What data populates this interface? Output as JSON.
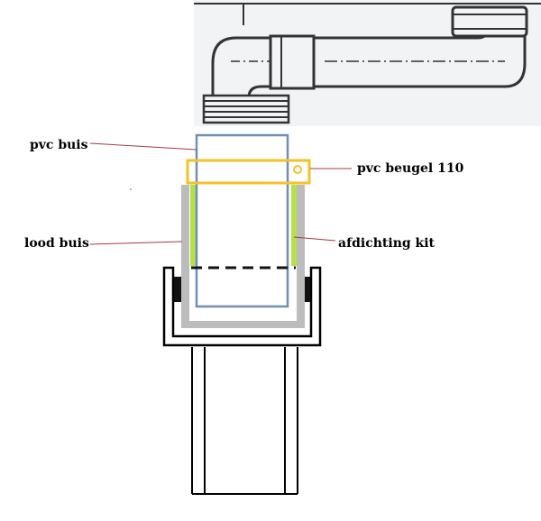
{
  "labels": {
    "pvc_buis": "pvc buis",
    "pvc_beugel": "pvc beugel 110",
    "lood_buis": "lood buis",
    "afdichting_kit": "afdichting kit"
  },
  "colors": {
    "pvc_pipe": "#6f8fb3",
    "clamp": "#f2c22a",
    "lead_pipe": "#bcbcbc",
    "sealant": "#b6e04a",
    "leader_line": "#a33a44",
    "outline": "#000000",
    "drawing_bg": "#f1f3f5",
    "drawing_line": "#333333"
  }
}
